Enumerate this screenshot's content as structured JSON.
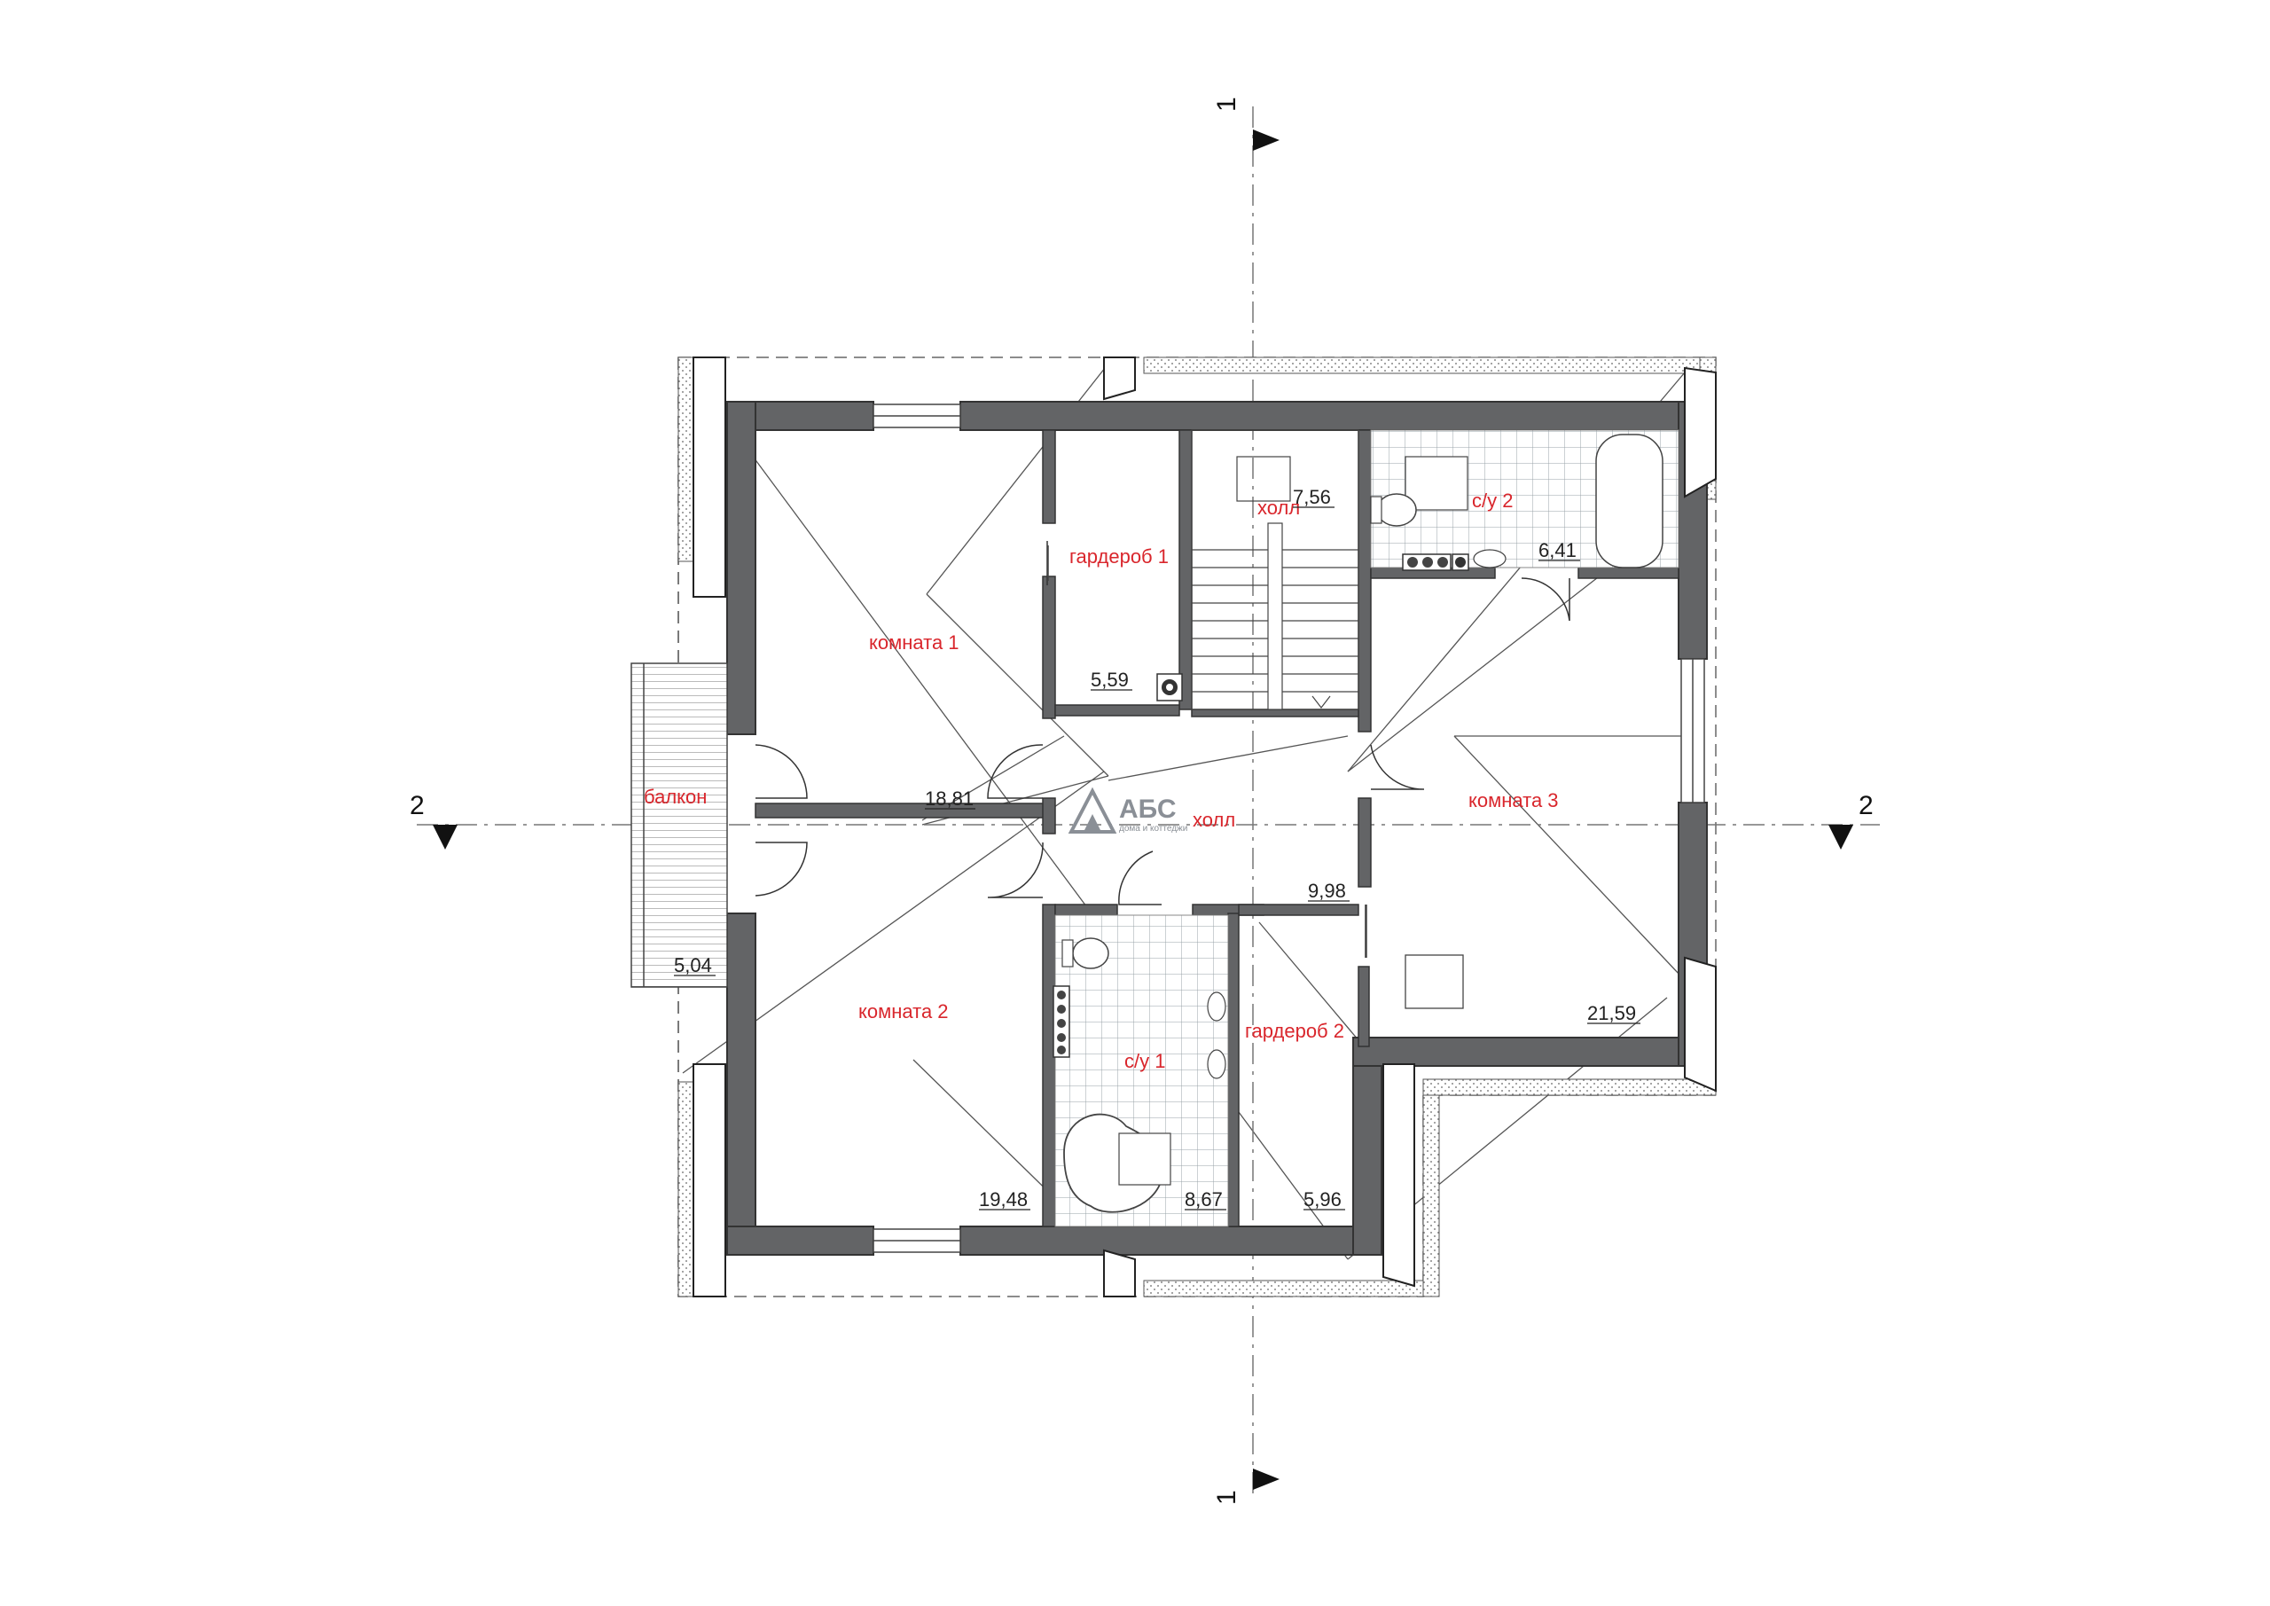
{
  "rooms": [
    {
      "name": "комната 1",
      "area": "18,81"
    },
    {
      "name": "гардероб 1",
      "area": "5,59"
    },
    {
      "name": "холл",
      "area": "7,56"
    },
    {
      "name": "с/у 2",
      "area": "6,41"
    },
    {
      "name": "балкон",
      "area": "5,04"
    },
    {
      "name": "комната 3",
      "area": "21,59"
    },
    {
      "name": "комната 2",
      "area": "19,48"
    },
    {
      "name": "с/у 1",
      "area": "8,67"
    },
    {
      "name": "гардероб 2",
      "area": "5,96"
    },
    {
      "name": "холл",
      "area": "9,98"
    }
  ],
  "sections": {
    "vertical_top": "1",
    "vertical_bottom": "1",
    "horizontal_left": "2",
    "horizontal_right": "2"
  },
  "logo": {
    "name": "АБС",
    "tagline": "дома и коттеджи"
  },
  "colors": {
    "wall": "#636466",
    "room_label": "#d9262c",
    "tile": "#9aa3a8"
  }
}
